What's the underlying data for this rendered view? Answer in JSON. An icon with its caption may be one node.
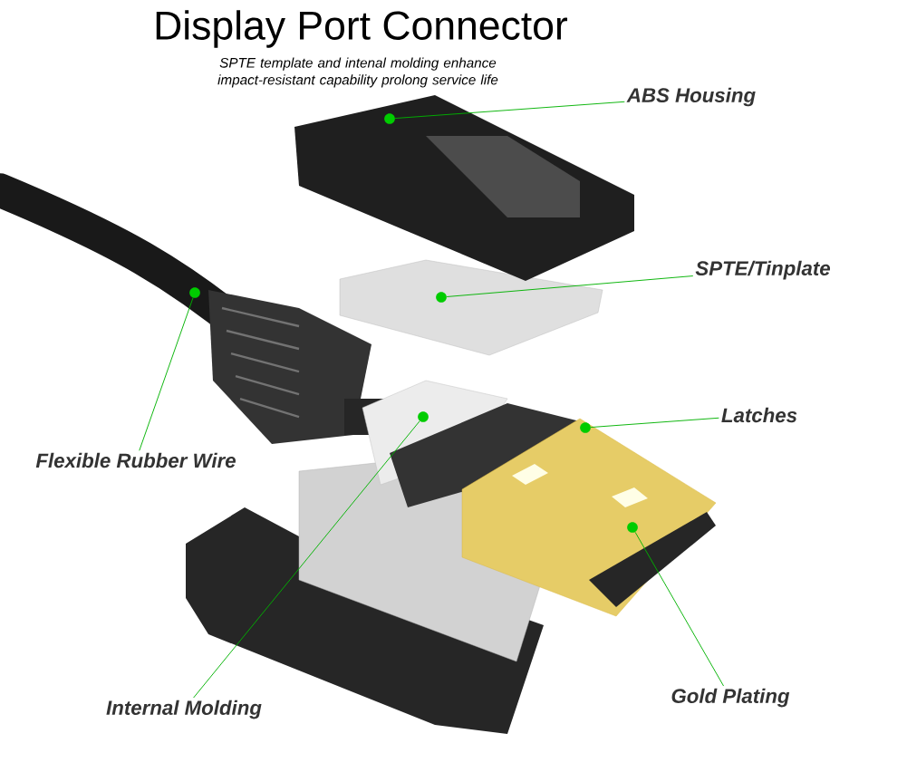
{
  "diagram": {
    "title": "Display Port Connector",
    "nodes": [
      {
        "text": [
          "ABS Housing"
        ]
      },
      {
        "text": [
          "SPTE/Tinplate"
        ]
      },
      {
        "text": [
          "Latches"
        ]
      },
      {
        "text": [
          "Flexible Rubber Wire"
        ]
      },
      {
        "text": [
          "Internal Molding"
        ]
      },
      {
        "text": [
          "Gold Plating"
        ]
      },
      {
        "text": [],
        "shape": "circle"
      },
      {
        "text": [],
        "shape": "circle"
      },
      {
        "text": [],
        "shape": "circle"
      },
      {
        "text": [],
        "shape": "circle"
      },
      {
        "text": [],
        "shape": "circle"
      },
      {
        "text": [],
        "shape": "circle"
      }
    ],
    "edges": [
      {
        "from": 0,
        "to": 6,
        "arrow": "none"
      },
      {
        "from": 1,
        "to": 7,
        "arrow": "none"
      },
      {
        "from": 2,
        "to": 8,
        "arrow": "none"
      },
      {
        "from": 3,
        "to": 9,
        "arrow": "none"
      },
      {
        "from": 4,
        "to": 10,
        "arrow": "none"
      },
      {
        "from": 5,
        "to": 11,
        "arrow": "none"
      }
    ],
    "labels": [
      "SPTE template and intenal molding enhance impact-resistant capability prolong service life"
    ]
  }
}
